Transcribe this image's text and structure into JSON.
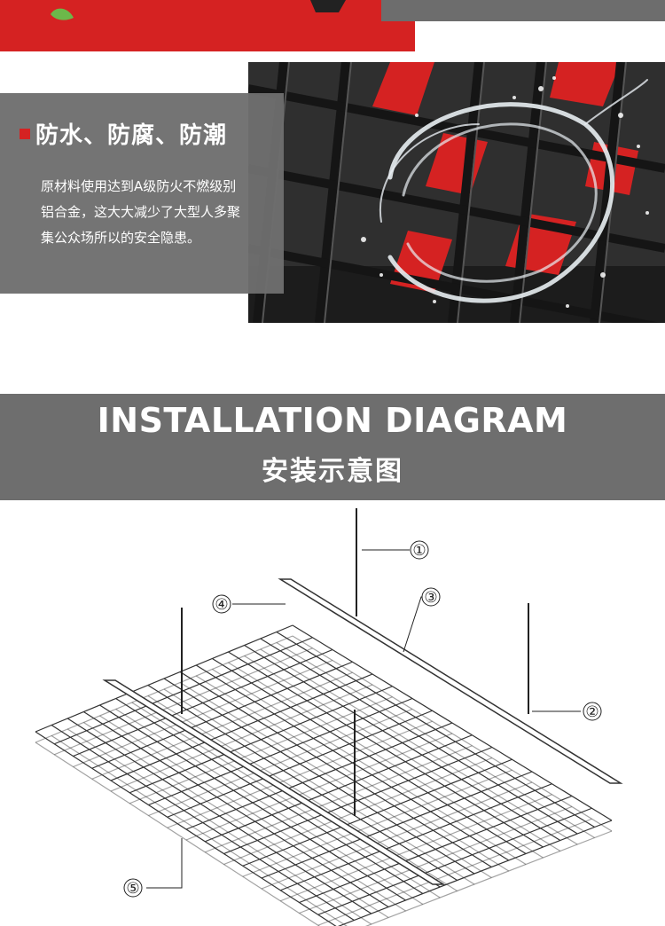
{
  "feature": {
    "title": "防水、防腐、防潮",
    "description": "原材料使用达到A级防火不燃级别铝合金，这大大减少了大型人多聚集公众场所以的安全隐患。"
  },
  "banner": {
    "title_en": "INSTALLATION DIAGRAM",
    "title_cn": "安装示意图"
  },
  "diagram": {
    "callouts": [
      "①",
      "②",
      "③",
      "④",
      "⑤"
    ]
  },
  "colors": {
    "accent_red": "#d52222",
    "panel_gray": "#6e6e6e"
  }
}
